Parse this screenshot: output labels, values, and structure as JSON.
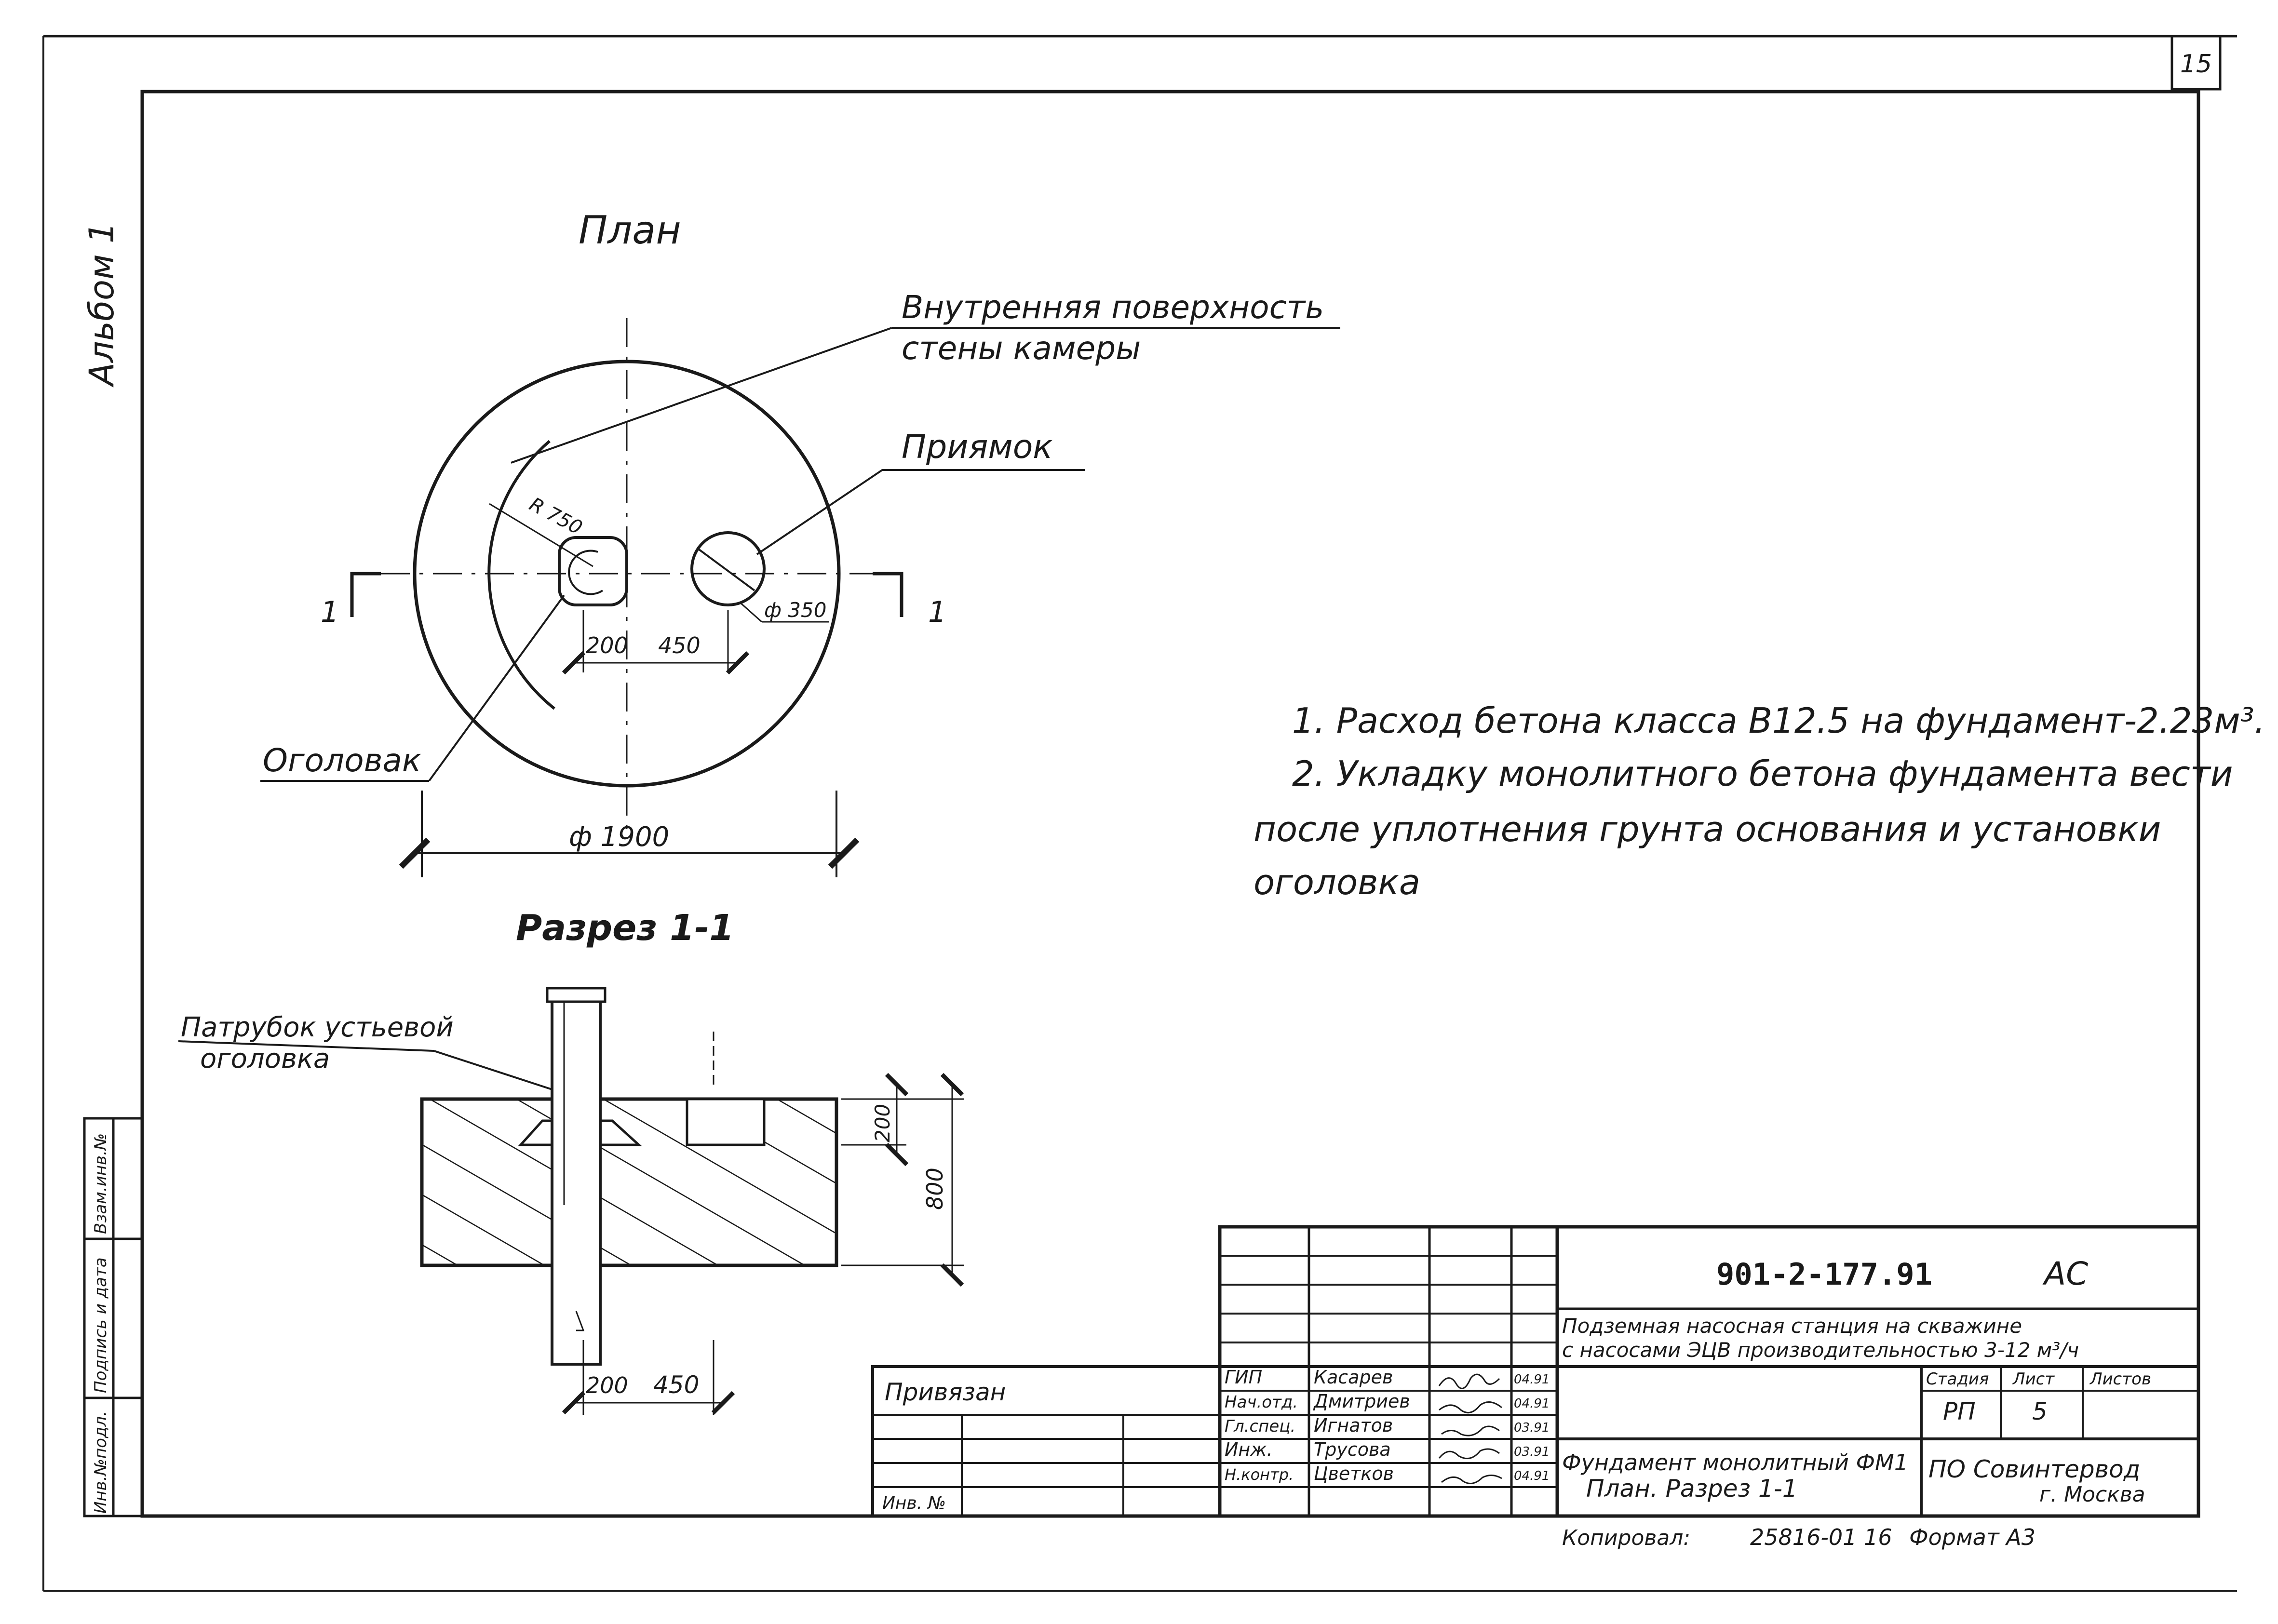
{
  "sheet": {
    "page_number": "15",
    "album_label": "Альбом 1",
    "side_labels": [
      "Инв.№подл.",
      "Подпись и дата",
      "Взам.инв.№"
    ]
  },
  "plan": {
    "title": "План",
    "label_inner_surface_line1": "Внутренняя поверхность",
    "label_inner_surface_line2": "стены камеры",
    "label_pit": "Приямок",
    "label_head": "Оголовак",
    "dim_radius": "R 750",
    "dim_pit_diameter": "ф 350",
    "dim_200": "200",
    "dim_450": "450",
    "dim_diameter": "ф 1900",
    "section_mark": "1"
  },
  "section": {
    "title": "Разрез 1-1",
    "label_pipe_line1": "Патрубок устьевой",
    "label_pipe_line2": "оголовка",
    "dim_200_vertical": "200",
    "dim_800_vertical": "800",
    "dim_200": "200",
    "dim_450": "450"
  },
  "notes": {
    "note1": "1. Расход бетона класса В12.5 на фундамент-2.23м³.",
    "note2_line1": "2. Укладку монолитного бетона фундамента вести",
    "note2_line2": "после уплотнения грунта основания и установки",
    "note2_line3": "оголовка"
  },
  "title_block": {
    "doc_code": "901-2-177.91",
    "mark": "АС",
    "project_line1": "Подземная насосная станция на скважине",
    "project_line2": "с насосами ЭЦВ производительностью 3-12 м³/ч",
    "stage_header": "Стадия",
    "sheet_header": "Лист",
    "sheets_header": "Листов",
    "stage_value": "РП",
    "sheet_value": "5",
    "drawing_title_line1": "Фундамент монолитный ФМ1",
    "drawing_title_line2": "План. Разрез 1-1",
    "org_line1": "ПО Совинтервод",
    "org_line2": "г. Москва",
    "bound_label": "Привязан",
    "inv_label": "Инв. №",
    "copied_label": "Копировал:",
    "copied_ref": "25816-01 16",
    "format_label": "Формат А3",
    "signers": [
      {
        "role": "ГИП",
        "name": "Касарев",
        "date": "04.91"
      },
      {
        "role": "Нач.отд.",
        "name": "Дмитриев",
        "date": "04.91"
      },
      {
        "role": "Гл.спец.",
        "name": "Игнатов",
        "date": "03.91"
      },
      {
        "role": "Инж.",
        "name": "Трусова",
        "date": "03.91"
      },
      {
        "role": "Н.контр.",
        "name": "Цветков",
        "date": "04.91"
      }
    ]
  }
}
